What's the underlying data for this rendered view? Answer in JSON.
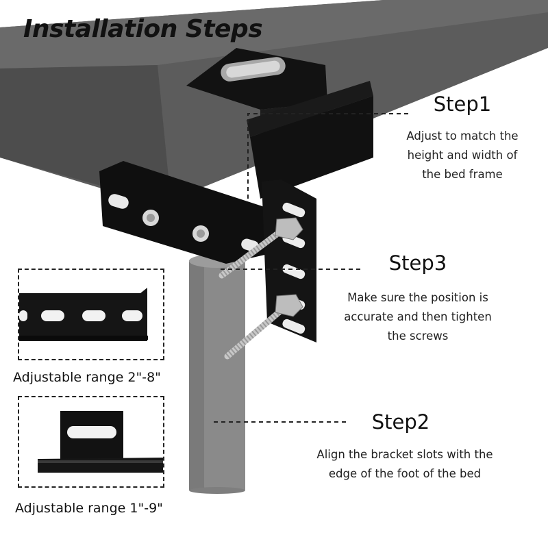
{
  "title": "Installation Steps",
  "steps": [
    {
      "heading": "Step1",
      "text": "Adjust to match the\nheight and width of\nthe bed frame"
    },
    {
      "heading": "Step3",
      "text": "Make sure the position is\naccurate and then tighten\nthe screws"
    },
    {
      "heading": "Step2",
      "text": "Align the bracket slots with the\nedge of the foot of the bed"
    }
  ],
  "ranges": [
    {
      "label": "Adjustable range 2\"-8\""
    },
    {
      "label": "Adjustable range 1\"-9\""
    }
  ],
  "colors": {
    "frame": "#5f5f5f",
    "leg": "#8c8c8c",
    "bracket": "#141414",
    "bolt": "#c9c9c9"
  }
}
